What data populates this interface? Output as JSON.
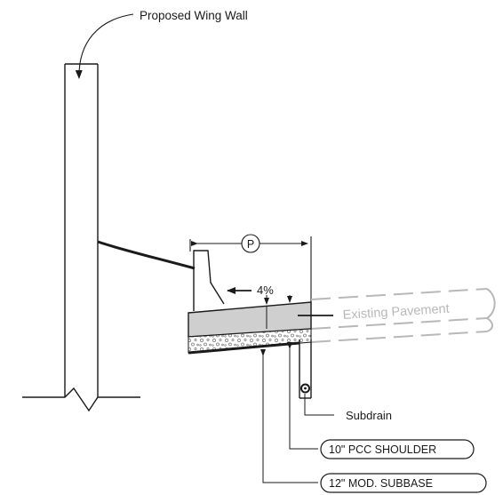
{
  "labels": {
    "wing_wall": "Proposed Wing Wall",
    "dimension_marker": "P",
    "slope": "4%",
    "existing_pavement": "Existing Pavement",
    "subdrain": "Subdrain",
    "shoulder": "10\" PCC SHOULDER",
    "subbase": "12\" MOD. SUBBASE"
  },
  "colors": {
    "line": "#1a1a1a",
    "pavement_fill": "#cfcfcf",
    "existing_ghost": "#b8b8b8",
    "background": "#ffffff"
  }
}
